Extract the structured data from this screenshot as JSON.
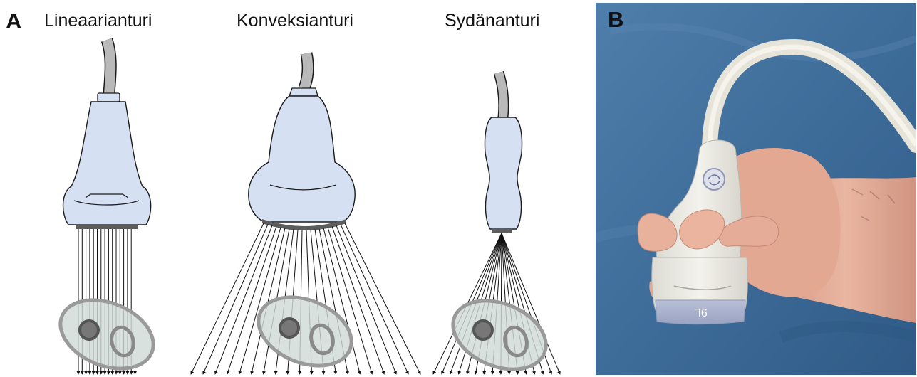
{
  "panel_a": {
    "letter": "A",
    "probes": [
      {
        "id": "linear",
        "title": "Lineaarianturi"
      },
      {
        "id": "convex",
        "title": "Konveksianturi"
      },
      {
        "id": "cardiac",
        "title": "Sydänanturi"
      }
    ]
  },
  "panel_b": {
    "letter": "B",
    "probe_label": "9L"
  },
  "colors": {
    "probe_fill": "#d6e0f3",
    "probe_outline": "#1a1a1a",
    "cable": "#b9b9b9",
    "transducer_face": "#5c5c5c",
    "tissue_fill": "#cfdbd5",
    "tissue_outline": "#9a9a9a",
    "lesion_fill": "#777777",
    "photo_background": "#3f6e9d"
  }
}
